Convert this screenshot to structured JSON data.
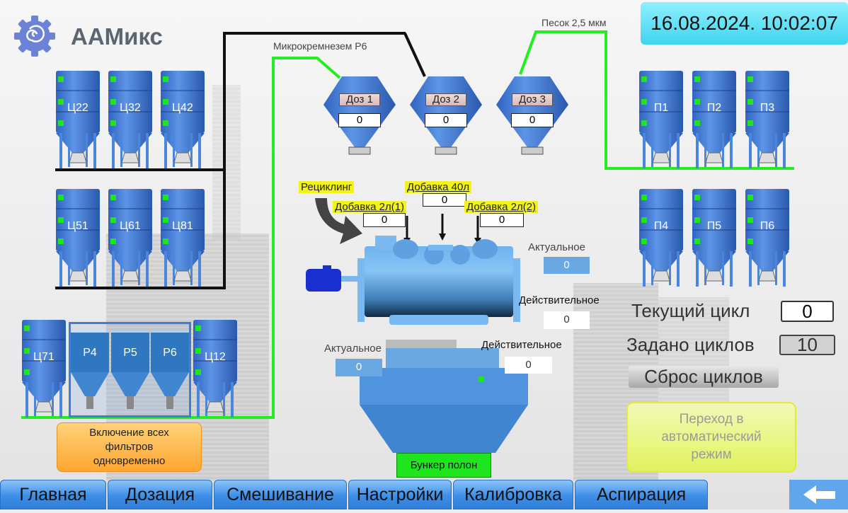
{
  "brand": {
    "name": "ААМикс",
    "logo_icon": "gear-spiral-icon"
  },
  "datetime": "16.08.2024. 10:02:07",
  "pipes": {
    "left_label": "Микрокремнезем Р6",
    "right_label": "Песок 2,5 мкм"
  },
  "silos_left_row1": [
    "Ц22",
    "Ц32",
    "Ц42"
  ],
  "silos_left_row2": [
    "Ц51",
    "Ц61",
    "Ц81"
  ],
  "silos_left_row3": [
    "Ц71",
    "Ц12"
  ],
  "filters": [
    "Р4",
    "Р5",
    "Р6"
  ],
  "silos_right_row1": [
    "П1",
    "П2",
    "П3"
  ],
  "silos_right_row2": [
    "П4",
    "П5",
    "П6"
  ],
  "dosers": [
    {
      "label": "Доз 1",
      "value": "0"
    },
    {
      "label": "Доз 2",
      "value": "0"
    },
    {
      "label": "Доз 3",
      "value": "0"
    }
  ],
  "mixer": {
    "recycling_label": "Рециклинг",
    "additive_40": {
      "label": "Добавка 40л",
      "value": "0"
    },
    "additive_2_1": {
      "label": "Добавка 2л(1)",
      "value": "0"
    },
    "additive_2_2": {
      "label": "Добавка 2л(2)",
      "value": "0"
    },
    "actual_label": "Актуальное",
    "actual_value": "0",
    "real_label": "Действительное",
    "real_value": "0"
  },
  "bunker": {
    "actual_label": "Актуальное",
    "actual_value": "0",
    "real_label": "Действительное",
    "real_value": "0",
    "full_label": "Бункер полон"
  },
  "cycles": {
    "current_label": "Текущий цикл",
    "current_value": "0",
    "set_label": "Задано циклов",
    "set_value": "10",
    "reset_label": "Сброс циклов"
  },
  "buttons": {
    "filters_all": "Включение всех фильтров одновременно",
    "auto_mode": "Переход в автоматический режим"
  },
  "nav": [
    "Главная",
    "Дозация",
    "Смешивание",
    "Настройки",
    "Калибровка",
    "Аспирация"
  ],
  "colors": {
    "accent_blue": "#3d8ee6",
    "status_green": "#1ee51e",
    "label_yellow": "#f3f31a",
    "datetime_cyan": "#4fd8f0"
  }
}
